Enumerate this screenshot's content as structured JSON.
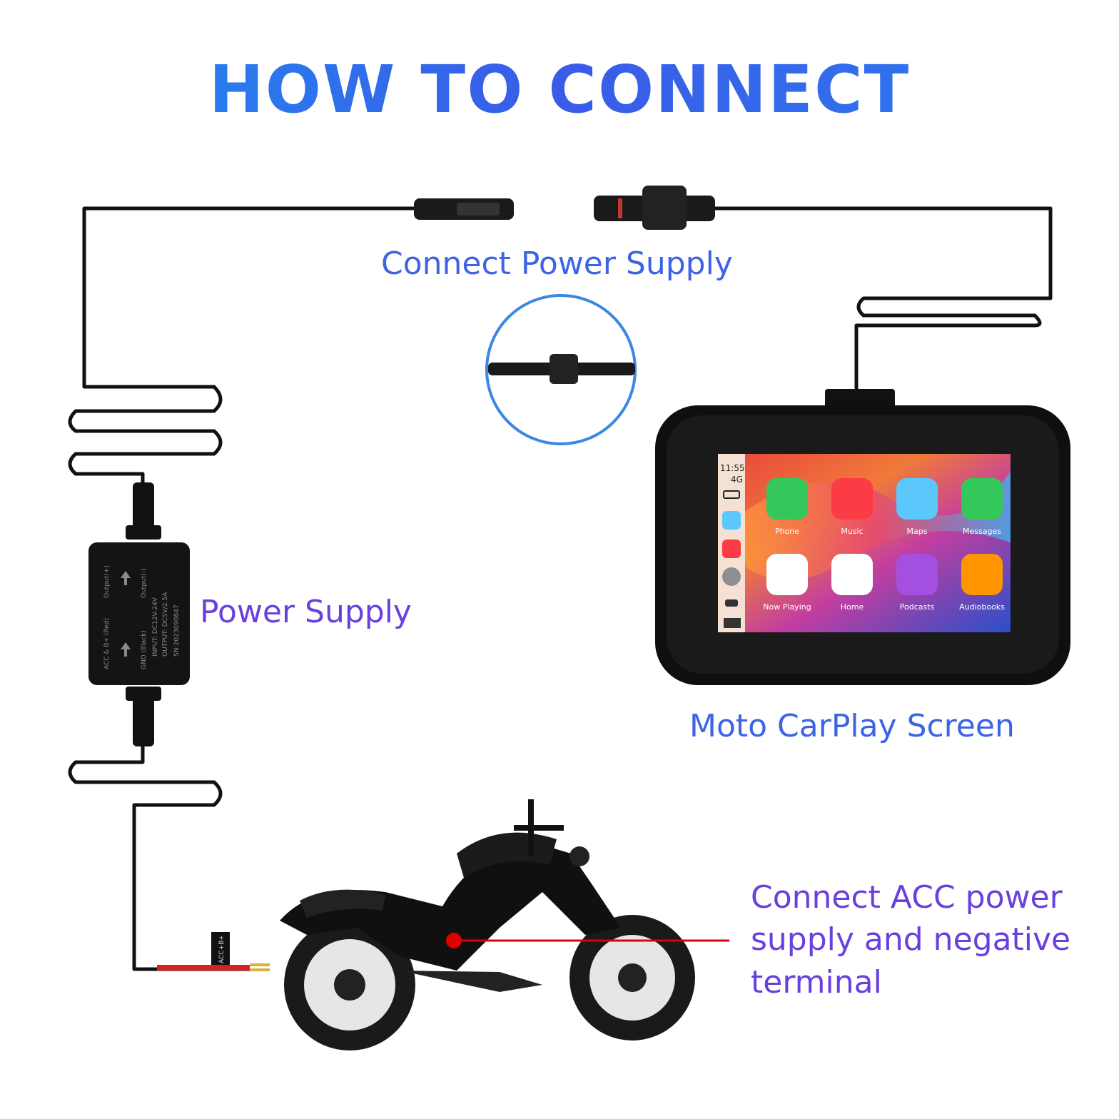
{
  "title": "HOW TO CONNECT",
  "labels": {
    "connect_power_supply": "Connect Power Supply",
    "power_supply": "Power Supply",
    "moto_carplay_screen": "Moto CarPlay Screen",
    "acc_line1": "Connect ACC power",
    "acc_line2": "supply and negative",
    "acc_line3": "terminal"
  },
  "box_text": {
    "output_plus": "Output(+)",
    "output_minus": "Output(-)",
    "acc_red": "ACC & B+ (Red)",
    "gnd_black": "GND (Black)",
    "input": "INPUT: DC12V-24V",
    "output_spec": "OUTPUT: DC5V/2.5A",
    "serial": "SN:2023090847"
  },
  "clip_text": "ACC+B+",
  "screen": {
    "time": "11:55",
    "signal": "4G",
    "apps": [
      {
        "name": "Phone",
        "color": "#34c759"
      },
      {
        "name": "Music",
        "color": "#fc3c44"
      },
      {
        "name": "Maps",
        "color": "#5ac8fa"
      },
      {
        "name": "Messages",
        "color": "#34c759"
      },
      {
        "name": "Now Playing",
        "color": "#ffffff"
      },
      {
        "name": "Home",
        "color": "#ffffff"
      },
      {
        "name": "Podcasts",
        "color": "#a34fe0"
      },
      {
        "name": "Audiobooks",
        "color": "#ff9500"
      }
    ]
  },
  "colors": {
    "title_blue": "#2f6fed",
    "label_blue": "#3d63e6",
    "label_purple": "#6a3fe0",
    "circle_blue": "#3c86e6",
    "red_marker": "#e00000",
    "cable": "#111111"
  }
}
